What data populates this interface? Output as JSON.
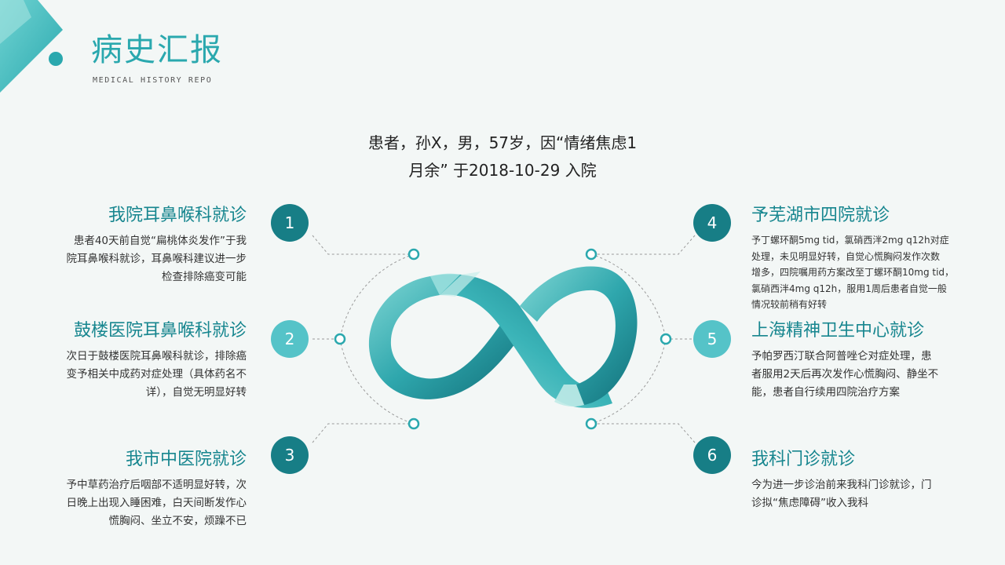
{
  "header": {
    "title": "病史汇报",
    "subtitle": "MEDICAL HISTORY REPO"
  },
  "intro": {
    "line1": "患者，孙X，男，57岁，因“情绪焦虑1",
    "line2": "月余” 于2018-10-29 入院"
  },
  "events": [
    {
      "number": "1",
      "title": "我院耳鼻喉科就诊",
      "lines": [
        "患者40天前自觉“扁桃体炎发作”于我",
        "院耳鼻喉科就诊，耳鼻喉科建议进一步",
        "检查排除癌变可能"
      ]
    },
    {
      "number": "2",
      "title": "鼓楼医院耳鼻喉科就诊",
      "lines": [
        "次日于鼓楼医院耳鼻喉科就诊，排除癌",
        "变予相关中成药对症处理（具体药名不",
        "详），自觉无明显好转"
      ]
    },
    {
      "number": "3",
      "title": "我市中医院就诊",
      "lines": [
        "予中草药治疗后咽部不适明显好转，次",
        "日晚上出现入睡困难，白天间断发作心",
        "慌胸闷、坐立不安，烦躁不已"
      ]
    },
    {
      "number": "4",
      "title": "予芜湖市四院就诊",
      "lines": [
        "予丁螺环酮5mg tid，氯硝西泮2mg q12h对症",
        "处理，未见明显好转，自觉心慌胸闷发作次数",
        "增多，四院嘱用药方案改至丁螺环酮10mg tid，",
        "氯硝西泮4mg q12h，服用1周后患者自觉一般",
        "情况较前稍有好转"
      ]
    },
    {
      "number": "5",
      "title": "上海精神卫生中心就诊",
      "lines": [
        "予帕罗西汀联合阿普唑仑对症处理，患",
        "者服用2天后再次发作心慌胸闷、静坐不",
        "能，患者自行续用四院治疗方案"
      ]
    },
    {
      "number": "6",
      "title": "我科门诊就诊",
      "lines": [
        "今为进一步诊治前来我科门诊就诊，门",
        "诊拟“焦虑障碍”收入我科"
      ]
    }
  ],
  "colors": {
    "accent": "#2aa8ae",
    "dark_teal": "#177e86",
    "light_teal": "#55c3c8",
    "background": "#f3f7f6"
  },
  "icons": {
    "logo": "corner-logo-icon",
    "center": "infinity-icon"
  }
}
